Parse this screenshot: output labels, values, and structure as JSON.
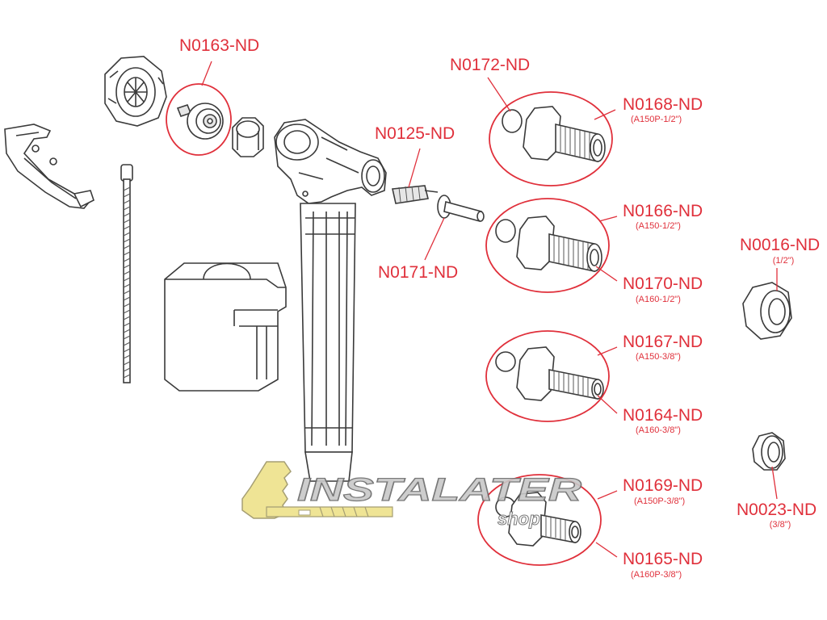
{
  "labels": {
    "n0163": "N0163-ND",
    "n0172": "N0172-ND",
    "n0168": "N0168-ND",
    "n0168_sub": "(A150P-1/2\")",
    "n0125": "N0125-ND",
    "n0166": "N0166-ND",
    "n0166_sub": "(A150-1/2\")",
    "n0016": "N0016-ND",
    "n0016_sub": "(1/2\")",
    "n0171": "N0171-ND",
    "n0170": "N0170-ND",
    "n0170_sub": "(A160-1/2\")",
    "n0167": "N0167-ND",
    "n0167_sub": "(A150-3/8\")",
    "n0164": "N0164-ND",
    "n0164_sub": "(A160-3/8\")",
    "n0169": "N0169-ND",
    "n0169_sub": "(A150P-3/8\")",
    "n0023": "N0023-ND",
    "n0023_sub": "(3/8\")",
    "n0165": "N0165-ND",
    "n0165_sub": "(A160P-3/8\")"
  },
  "watermark": {
    "brand": "INSTALATER",
    "tagline": "shop"
  },
  "colors": {
    "label_red": "#e0303b",
    "line_dark": "#3a3a3a",
    "logo_yellow": "#eee28a",
    "logo_gray": "#b8b8b8"
  }
}
